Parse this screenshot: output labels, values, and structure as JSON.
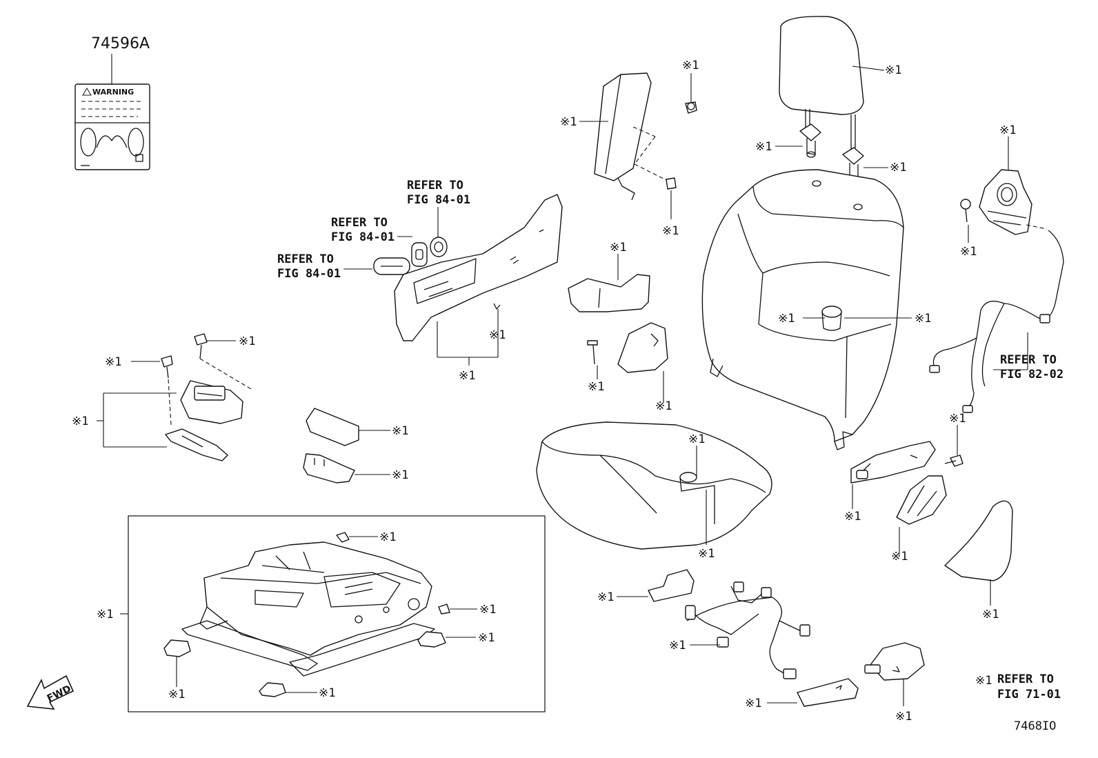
{
  "part_number": "74596A",
  "warning_label": {
    "heading": "WARNING"
  },
  "ref_mark": "※1",
  "refs": {
    "fig_84_01": [
      "REFER TO",
      "FIG 84-01"
    ],
    "fig_82_02": [
      "REFER TO",
      "FIG 82-02"
    ],
    "legend_mark": "※1",
    "legend_text": [
      "REFER TO",
      "FIG 71-01"
    ]
  },
  "fwd_label": "FWD",
  "illustration_code": "7468IO"
}
